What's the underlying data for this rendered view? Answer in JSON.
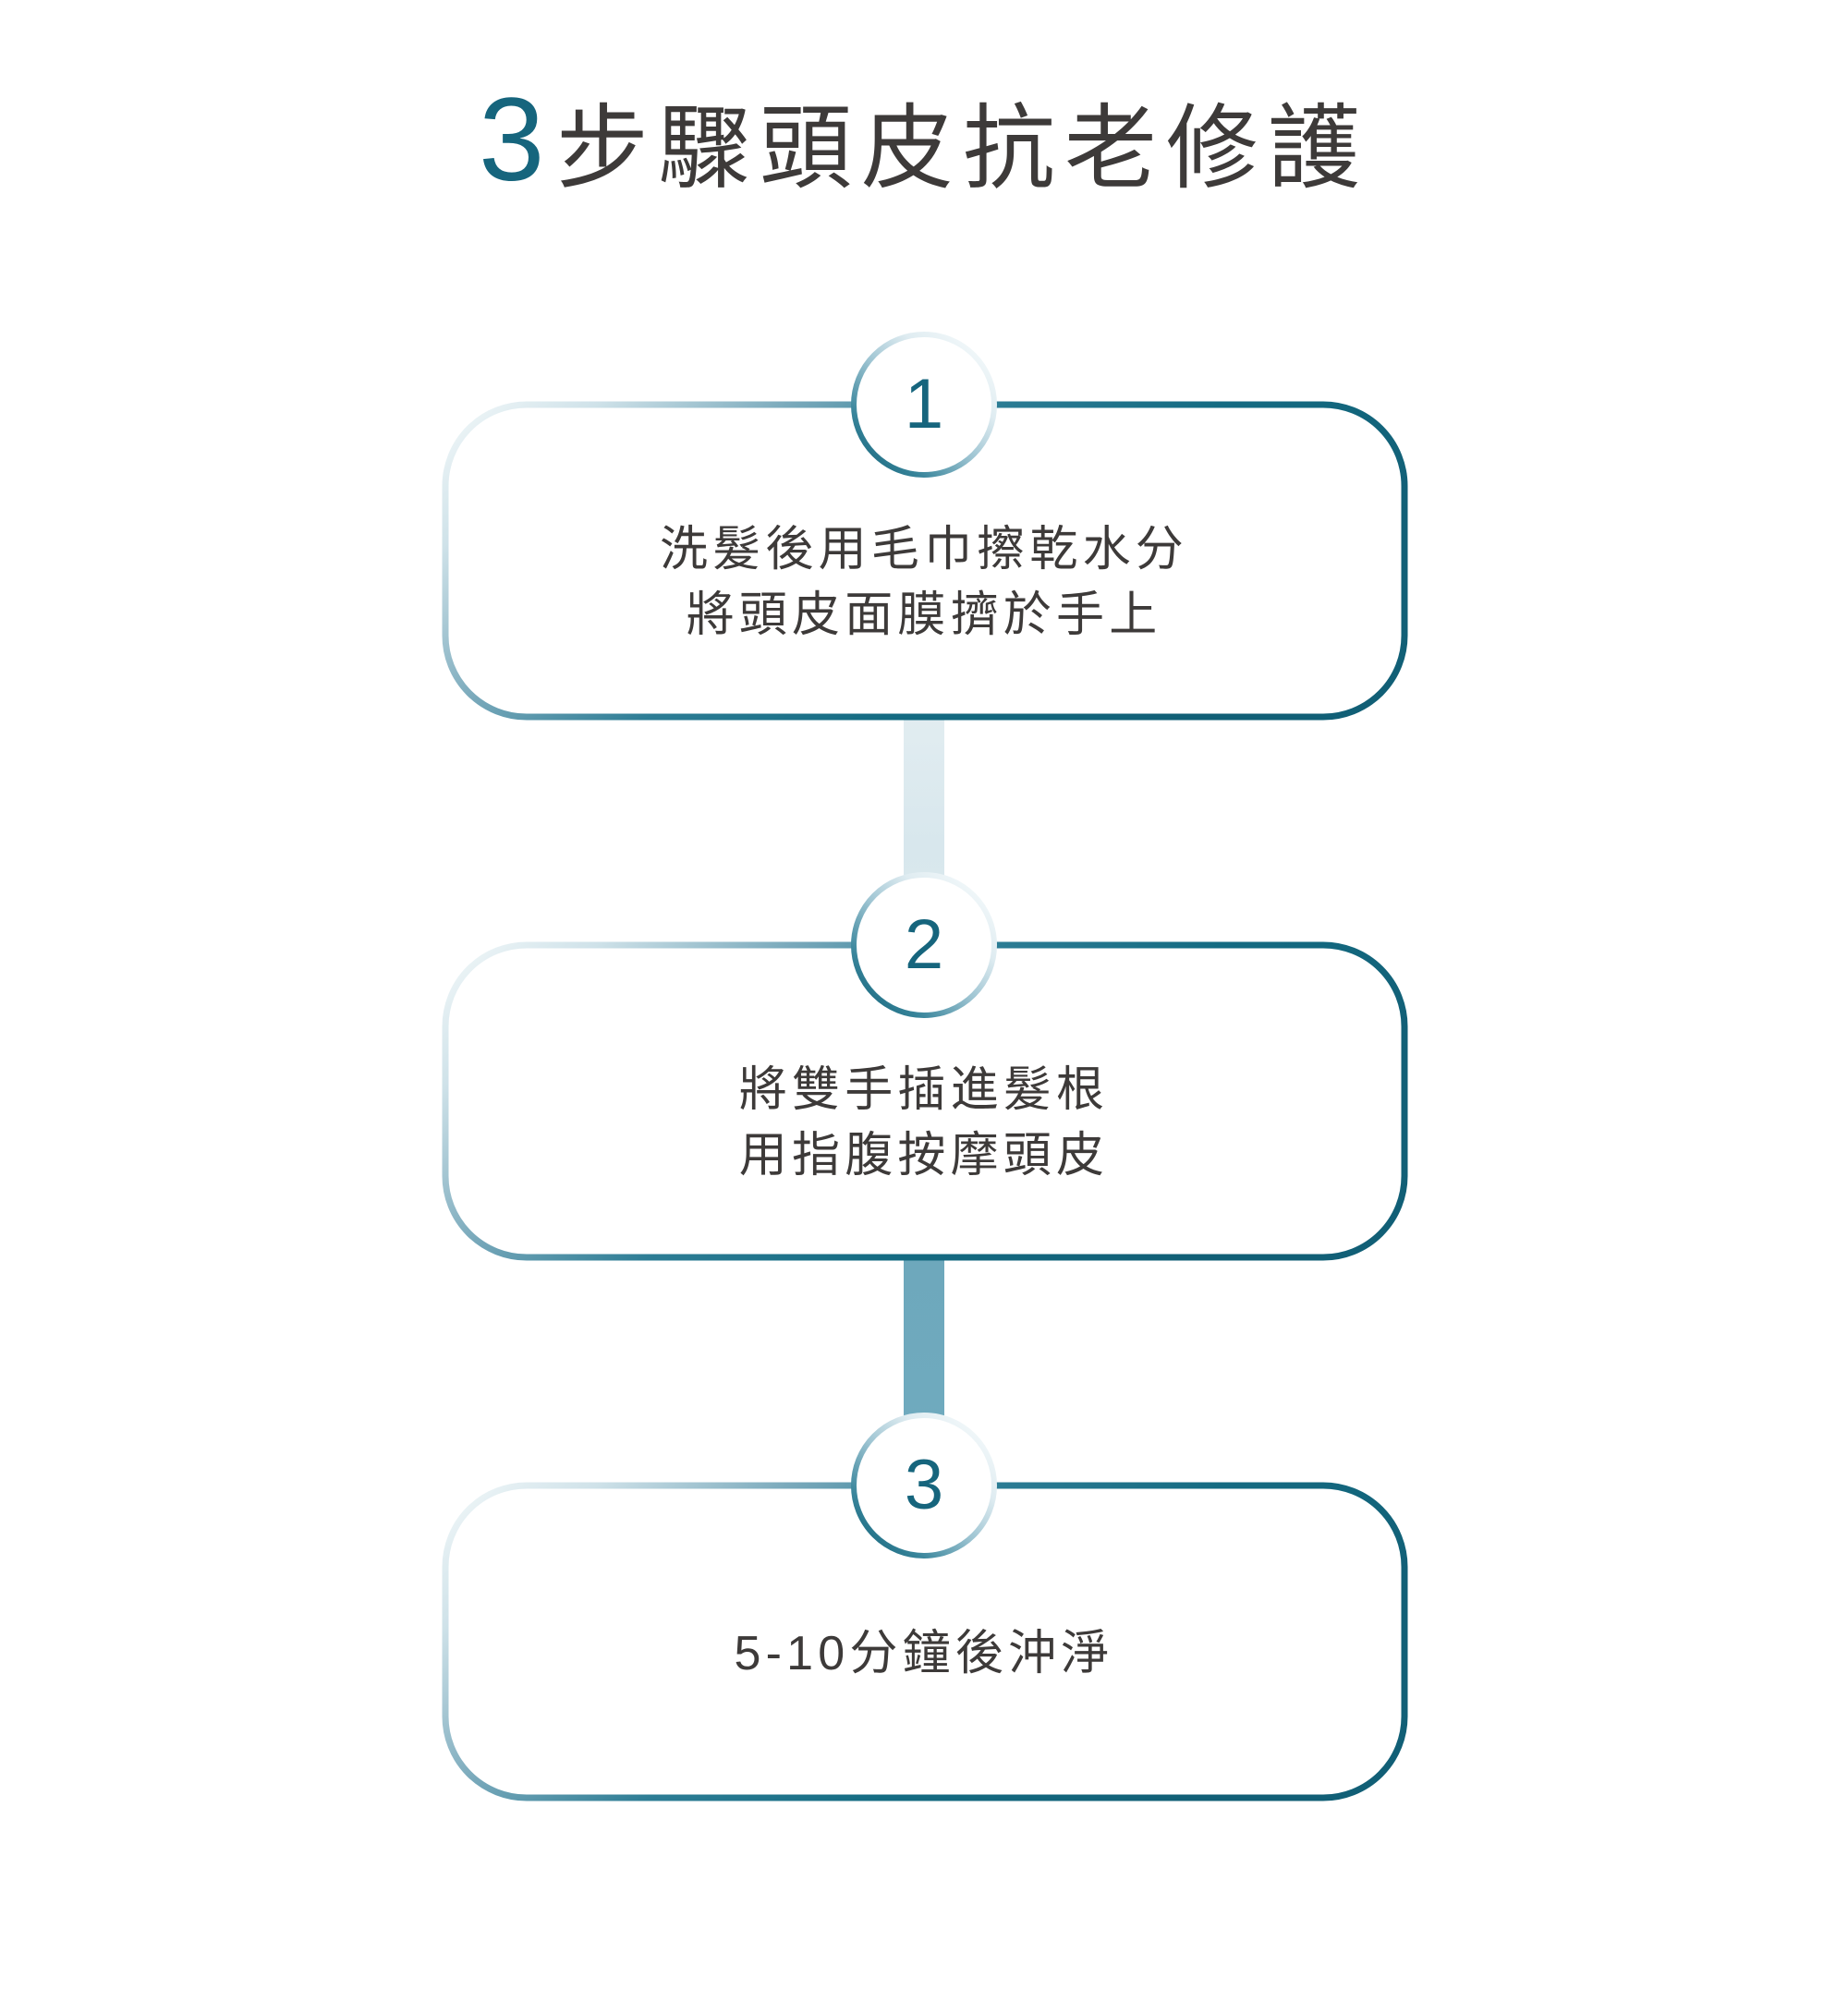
{
  "title": {
    "number": "3",
    "text": "步驟頭皮抗老修護",
    "number_color": "#16657d",
    "text_color": "#3d3a39"
  },
  "colors": {
    "accent_teal": "#16657d",
    "border_dark": "#146b82",
    "border_light": "#f2f7f9",
    "connector_1": "#dce8ed",
    "connector_2": "#6fa9bd",
    "text": "#3d3a39",
    "background": "#ffffff"
  },
  "steps": [
    {
      "badge": "1",
      "lines": [
        "洗髮後用毛巾擦乾水分",
        "將頭皮面膜擠於手上"
      ]
    },
    {
      "badge": "2",
      "lines": [
        "將雙手插進髮根",
        "用指腹按摩頭皮"
      ]
    },
    {
      "badge": "3",
      "lines": [
        "5-10分鐘後沖淨"
      ]
    }
  ],
  "connectors": [
    {
      "name": "connector-1-2",
      "color": "#dce8ed"
    },
    {
      "name": "connector-2-3",
      "color": "#6fa9bd"
    }
  ]
}
